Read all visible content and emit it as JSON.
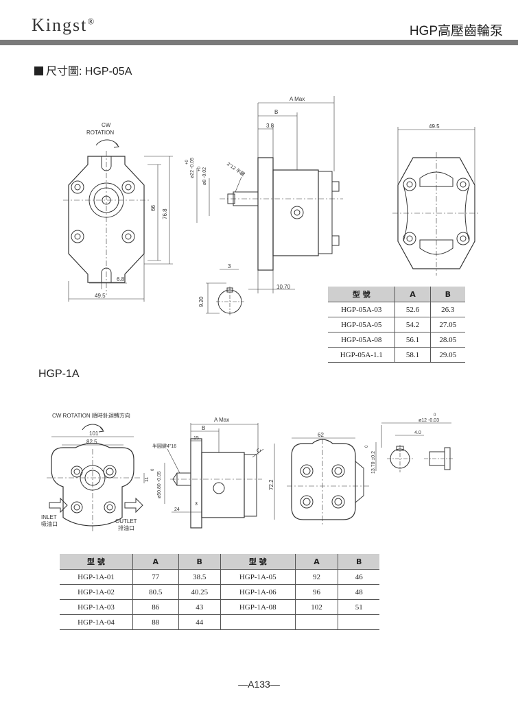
{
  "header": {
    "brand": "Kingst",
    "reg": "®",
    "product": "HGP高壓齒輪泵"
  },
  "section1": {
    "title": "尺寸圖: HGP-05A"
  },
  "section2": {
    "title": "HGP-1A"
  },
  "dims1": {
    "cw": "CW",
    "rotation": "ROTATION",
    "amax": "A  Max",
    "b": "B",
    "d38": "3.8",
    "d495": "49.5",
    "d495b": "49.5",
    "d66": "66",
    "d768": "76.8",
    "d68": "6.8",
    "phi22": "ø22 -0.05",
    "phi22tol": "+0",
    "phi8": "ø8 -0.02",
    "phi8tol": "+0",
    "key": "3\"12 半鍵",
    "d3": "3",
    "d920": "9.20",
    "d1070": "10.70"
  },
  "dims2": {
    "cwrot": "CW ROTATION 順時針迴轉方向",
    "d101": "101",
    "d825": "82.5",
    "inlet": "INLET",
    "inlet_cn": "吸油口",
    "outlet": "OUTLET",
    "outlet_cn": "排油口",
    "d11": "11",
    "amax": "A  Max",
    "b": "B",
    "d15": "15",
    "key": "半圓鍵4\"16",
    "phi50": "ø50.80 -0.05",
    "phi50tol": "0",
    "d24": "24",
    "d3": "3",
    "c": "C",
    "d62": "62",
    "d722": "72.2",
    "phi12": "ø12 -0.03",
    "phi12tol": "0",
    "d40": "4.0",
    "d1370": "13.70 ±0.2",
    "d1370tol": "0"
  },
  "table1": {
    "headers": [
      "型 號",
      "A",
      "B"
    ],
    "rows": [
      [
        "HGP-05A-03",
        "52.6",
        "26.3"
      ],
      [
        "HGP-05A-05",
        "54.2",
        "27.05"
      ],
      [
        "HGP-05A-08",
        "56.1",
        "28.05"
      ],
      [
        "HGP-05A-1.1",
        "58.1",
        "29.05"
      ]
    ]
  },
  "table2": {
    "headers": [
      "型 號",
      "A",
      "B",
      "型 號",
      "A",
      "B"
    ],
    "rows": [
      [
        "HGP-1A-01",
        "77",
        "38.5",
        "HGP-1A-05",
        "92",
        "46"
      ],
      [
        "HGP-1A-02",
        "80.5",
        "40.25",
        "HGP-1A-06",
        "96",
        "48"
      ],
      [
        "HGP-1A-03",
        "86",
        "43",
        "HGP-1A-08",
        "102",
        "51"
      ],
      [
        "HGP-1A-04",
        "88",
        "44",
        "",
        "",
        ""
      ]
    ]
  },
  "footer": {
    "page": "—A133—"
  }
}
